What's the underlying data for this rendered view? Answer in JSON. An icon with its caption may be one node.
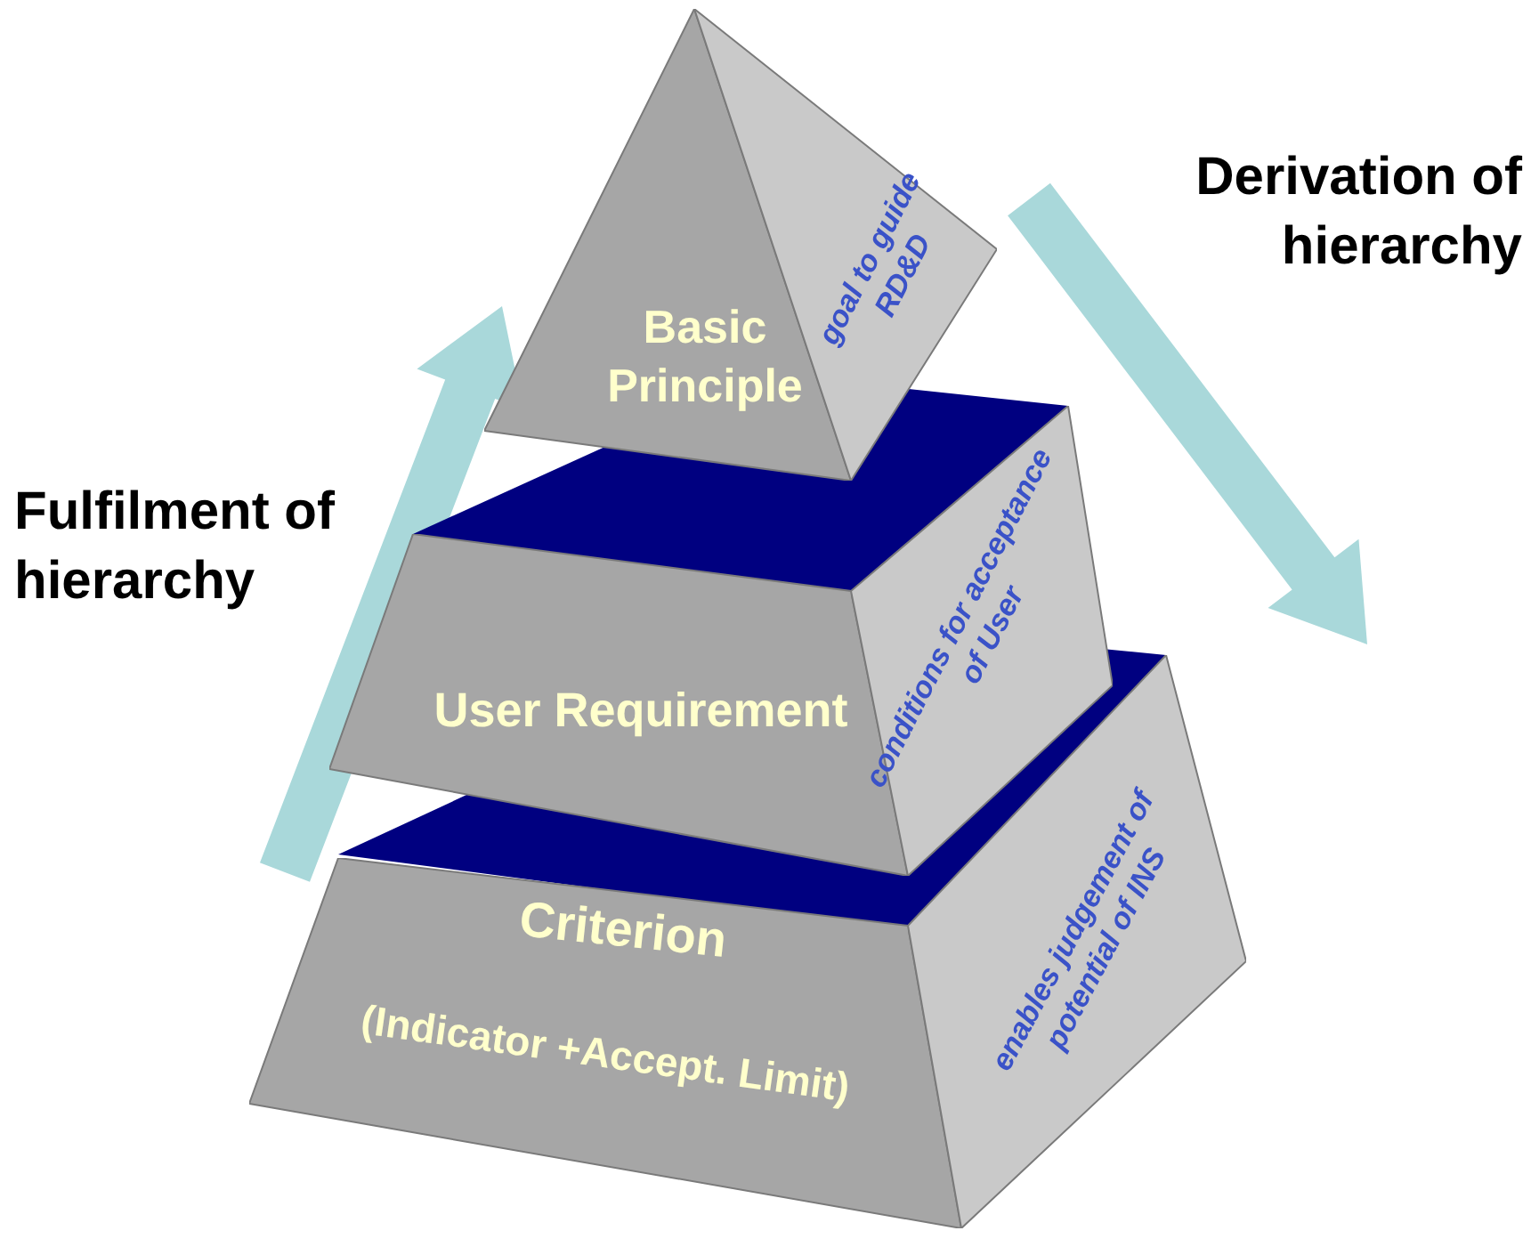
{
  "diagram": {
    "nodes": [
      {
        "text": [
          "Basic Principle"
        ]
      },
      {
        "text": [
          "goal to guide RD&D"
        ]
      },
      {
        "text": [
          "User Requirement"
        ]
      },
      {
        "text": [
          "conditions for acceptance of User"
        ]
      },
      {
        "text": [
          "Criterion",
          "(Indicator +Accept. Limit)"
        ]
      },
      {
        "text": [
          "enables judgement of potential of INS"
        ]
      }
    ],
    "labels": [
      "Derivation of hierarchy",
      "Fulfilment of hierarchy"
    ]
  }
}
